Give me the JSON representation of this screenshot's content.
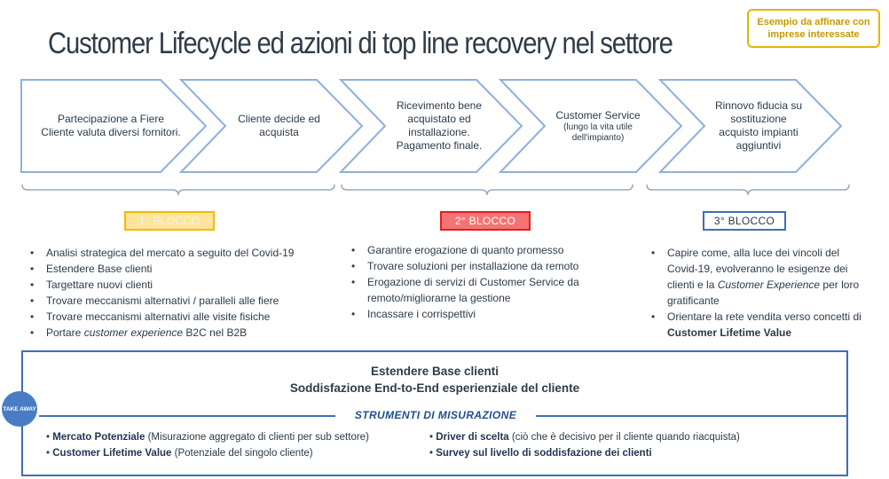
{
  "title": "Customer Lifecycle ed azioni di top line recovery nel settore",
  "example_note": "Esempio da affinare con imprese interessate",
  "steps": [
    {
      "text": "Partecipazione a Fiere\nCliente valuta diversi fornitori."
    },
    {
      "text": "Cliente decide ed\nacquista"
    },
    {
      "text": "Ricevimento bene\nacquistato ed\ninstallazione.\nPagamento finale."
    },
    {
      "title": "Customer Service",
      "sub": "(lungo la vita utile\ndell'impianto)"
    },
    {
      "text": "Rinnovo fiducia su\nsostituzione\nacquisto impianti\naggiuntivi"
    }
  ],
  "blocks": [
    {
      "label": "1° BLOCCO",
      "bg": "#ffe49a",
      "border": "#f5b800",
      "text_color": "#f0f0f0"
    },
    {
      "label": "2° BLOCCO",
      "bg": "#f57373",
      "border": "#e02020",
      "text_color": "#ffffff"
    },
    {
      "label": "3° BLOCCO",
      "bg": "#ffffff",
      "border": "#3d6fb6",
      "text_color": "#2b3a4a"
    }
  ],
  "block1_items": [
    "Analisi strategica del mercato a seguito del Covid-19",
    "Estendere Base clienti",
    "Targettare nuovi clienti",
    "Trovare meccanismi alternativi / paralleli alle fiere",
    "Trovare meccanismi alternativi alle visite fisiche",
    {
      "pre": "Portare ",
      "em": "customer experience",
      "post": " B2C nel B2B"
    }
  ],
  "block2_items": [
    "Garantire erogazione di quanto promesso",
    "Trovare soluzioni per installazione da remoto",
    "Erogazione di servizi di Customer Service da remoto/migliorarne la gestione",
    "Incassare i corrispettivi"
  ],
  "block3_items": [
    {
      "pre": "Capire come, alla luce dei vincoli del Covid-19, evolveranno le esigenze dei clienti e la ",
      "em": "Customer Experience",
      "post": " per loro gratificante"
    },
    {
      "pre": "Orientare la rete vendita verso concetti di ",
      "strong": "Customer Lifetime Value"
    }
  ],
  "summary": {
    "line1": "Estendere Base clienti",
    "line2": "Soddisfazione End-to-End esperienziale del cliente",
    "tools_title": "STRUMENTI DI MISURAZIONE",
    "takeaway": "TAKE AWAY",
    "metrics": [
      {
        "name": "Mercato Potenziale",
        "desc": " (Misurazione aggregato di clienti per sub settore)"
      },
      {
        "name": "Customer Lifetime Value",
        "desc": " (Potenziale del singolo cliente)"
      },
      {
        "name": "Driver di scelta",
        "desc": " (ciò che è decisivo per il cliente quando riacquista)"
      },
      {
        "name": "Survey sul livello di soddisfazione dei clienti",
        "desc": ""
      }
    ]
  },
  "colors": {
    "chevron_border": "#8fb0da",
    "accent_blue": "#3d6fb6",
    "brace": "#9aa8b8"
  }
}
